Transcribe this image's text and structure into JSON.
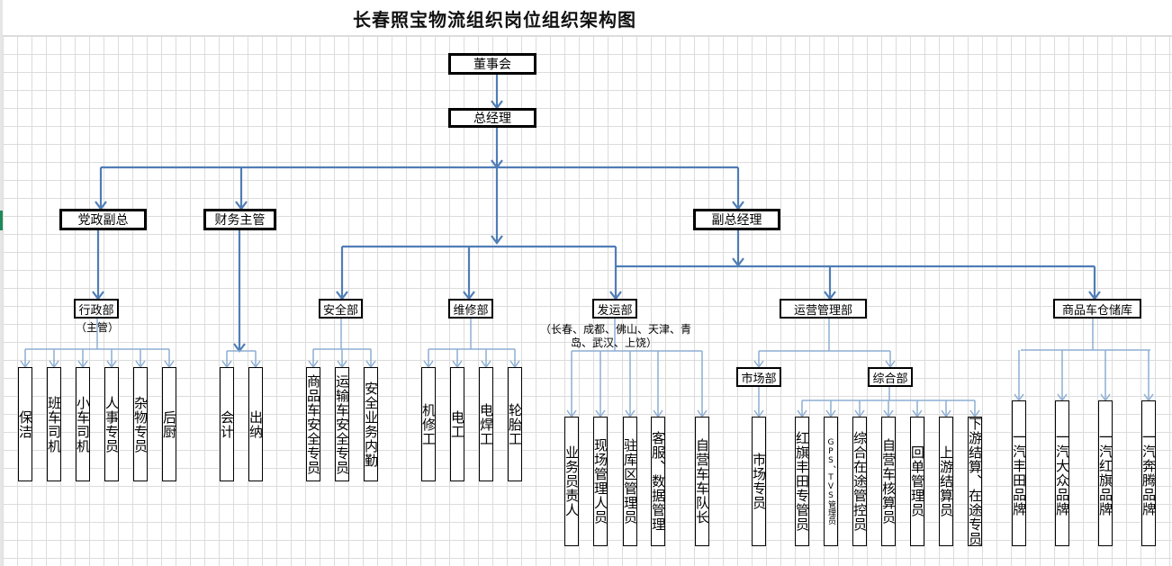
{
  "title": "长春照宝物流组织岗位组织架构图",
  "colors": {
    "connector": "#4f7db5",
    "connector_light": "#8eaed3",
    "box_border": "#000000",
    "grid": "#dcdcdc"
  },
  "nodes": {
    "board": "董事会",
    "gm": "总经理",
    "party_vp": "党政副总",
    "finance": "财务主管",
    "deputy_gm": "副总经理",
    "admin": {
      "label": "行政部",
      "note": "（主管）"
    },
    "safety": "安全部",
    "maintenance": "维修部",
    "dispatch": {
      "label": "发运部",
      "note_line1": "（长春、成都、佛山、天津、青",
      "note_line2": "岛、武汉、上饶）"
    },
    "ops": "运营管理部",
    "warehouse": "商品车仓储库",
    "market": "市场部",
    "general": "综合部"
  },
  "positions": {
    "admin": [
      "保洁",
      "班车司机",
      "小车司机",
      "人事专员",
      "杂物专员",
      "后厨"
    ],
    "finance": [
      "会计",
      "出纳"
    ],
    "safety": [
      "商品车安全专员",
      "运输车安全专员",
      "安全业务内勤"
    ],
    "maintenance": [
      "机修工",
      "电工",
      "电焊工",
      "轮胎工"
    ],
    "dispatch": [
      "业务员责人",
      "现场管理人员",
      "驻库区管理员",
      "客服、数据管理",
      "自营车车队长"
    ],
    "market": [
      "市场专员"
    ],
    "general": [
      "红旗丰田专管员",
      "GPS、TVS管理员",
      "综合在途管控员",
      "自营车核算员",
      "回单管理员",
      "上游结算员",
      "下游结算、在途专员"
    ],
    "warehouse": [
      "一汽丰田品牌",
      "一汽大众品牌",
      "一汽红旗品牌",
      "一汽奔腾品牌"
    ]
  }
}
